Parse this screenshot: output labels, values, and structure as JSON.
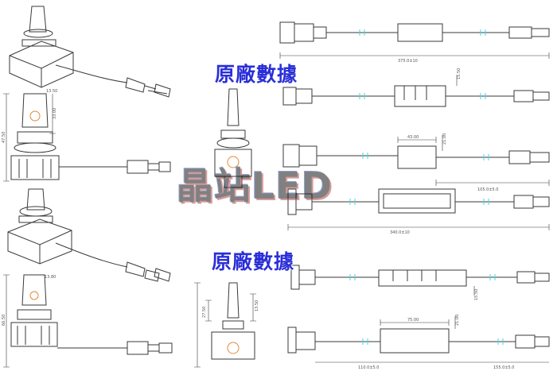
{
  "stamps": {
    "top": "原廠數據",
    "bottom": "原廠數據"
  },
  "watermark": "晶站LED",
  "dimensions": {
    "d1": "375.0±10",
    "d2": "15.50",
    "d3": "43.00",
    "d4": "21.00",
    "d5": "105.0±5.0",
    "d6": "340.0±10",
    "d7": "15.50",
    "d8": "75.00",
    "d9": "21.00",
    "d10": "110.0±5.0",
    "d11": "155.0±5.0",
    "b1": "13.50",
    "b2": "33.00",
    "b3": "47.50",
    "b4": "13.80",
    "b5": "66.50",
    "b6": "27.50",
    "b7": "13.50"
  },
  "colors": {
    "line": "#3a3a3a",
    "accent_cyan": "#46d7e0",
    "accent_orange": "#e08a3a",
    "stamp_blue": "#2b2fd8"
  }
}
